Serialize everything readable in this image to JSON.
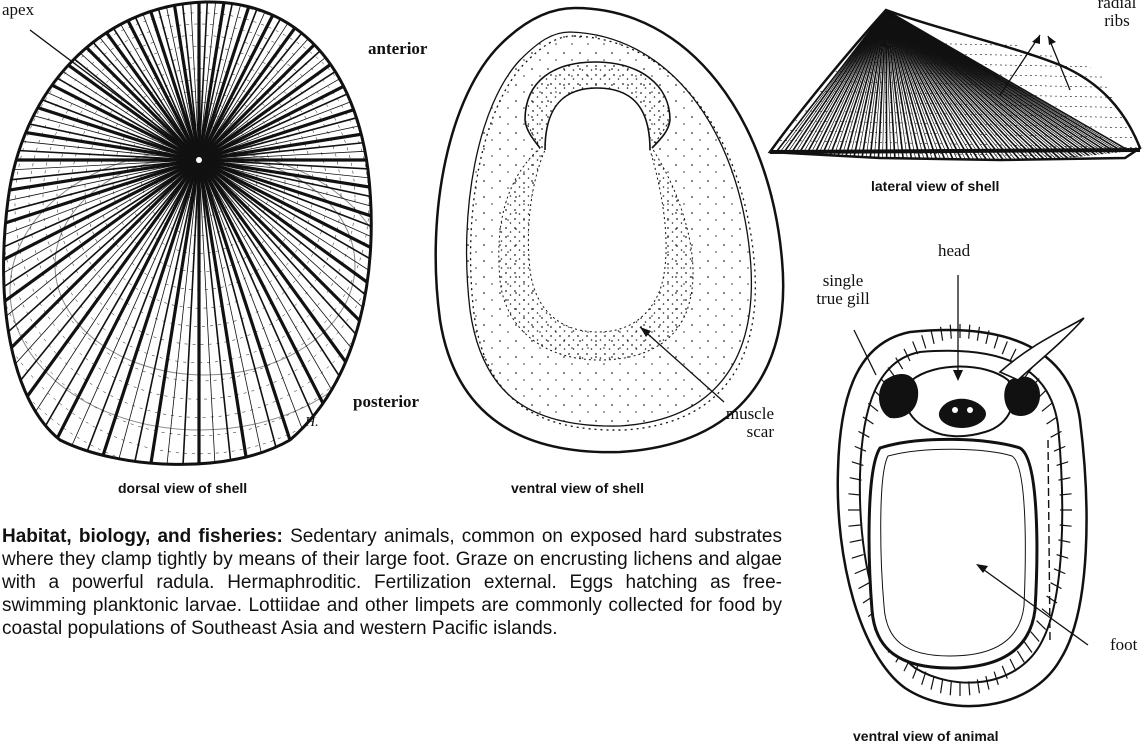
{
  "labels": {
    "apex": "apex",
    "anterior": "anterior",
    "posterior": "posterior",
    "radial_ribs_line1": "radial",
    "radial_ribs_line2": "ribs",
    "muscle_scar_line1": "muscle",
    "muscle_scar_line2": "scar",
    "head": "head",
    "single_true_gill_line1": "single",
    "single_true_gill_line2": "true gill",
    "foot": "foot",
    "signature": "H."
  },
  "captions": {
    "dorsal": "dorsal view  of shell",
    "ventral_shell": "ventral view of shell",
    "lateral": "lateral view of shell",
    "ventral_animal": "ventral view of animal"
  },
  "habitat": {
    "heading": "Habitat, biology, and fisheries:",
    "body": " Sedentary animals, common on exposed hard substrates where they clamp tightly by means of their large foot. Graze on encrusting lichens and algae with a powerful radula. Hermaphroditic. Fertilization external. Eggs hatching as free-swimming planktonic larvae. Lottiidae and other limpets are commonly collected for food by coastal populations of Southeast Asia and western Pacific islands."
  }
}
